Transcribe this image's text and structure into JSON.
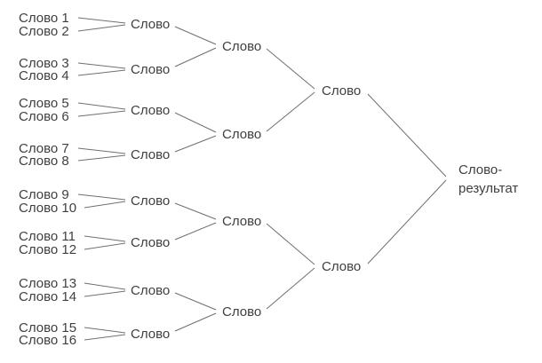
{
  "diagram": {
    "background": "#ffffff",
    "text_color": "#3f3f3f",
    "line_color": "#6f6f6f",
    "leaves": [
      "Слово 1",
      "Слово 2",
      "Слово 3",
      "Слово 4",
      "Слово 5",
      "Слово 6",
      "Слово 7",
      "Слово 8",
      "Слово 9",
      "Слово 10",
      "Слово 11",
      "Слово 12",
      "Слово 13",
      "Слово 14",
      "Слово 15",
      "Слово 16"
    ],
    "round2": [
      "Слово",
      "Слово",
      "Слово",
      "Слово",
      "Слово",
      "Слово",
      "Слово",
      "Слово"
    ],
    "round3": [
      "Слово",
      "Слово",
      "Слово",
      "Слово"
    ],
    "round4": [
      "Слово",
      "Слово"
    ],
    "result": {
      "line1": "Слово-",
      "line2": "результат"
    }
  }
}
